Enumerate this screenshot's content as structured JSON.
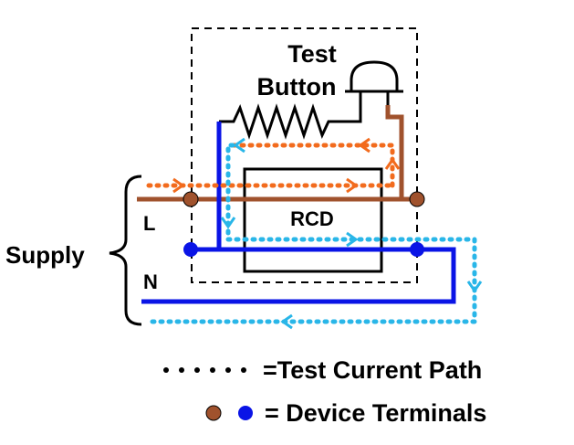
{
  "labels": {
    "test_button_line1": "Test",
    "test_button_line2": "Button",
    "rcd": "RCD",
    "live": "L",
    "neutral": "N",
    "supply": "Supply"
  },
  "legend": {
    "test_path": "=Test Current Path",
    "terminals": "= Device Terminals"
  },
  "colors": {
    "live_wire": "#A0522D",
    "neutral_wire": "#0A14E6",
    "test_path_orange": "#F26B1D",
    "test_path_blue": "#29B6E8",
    "terminal_brown": "#A0522D",
    "terminal_blue": "#0A14E6"
  }
}
